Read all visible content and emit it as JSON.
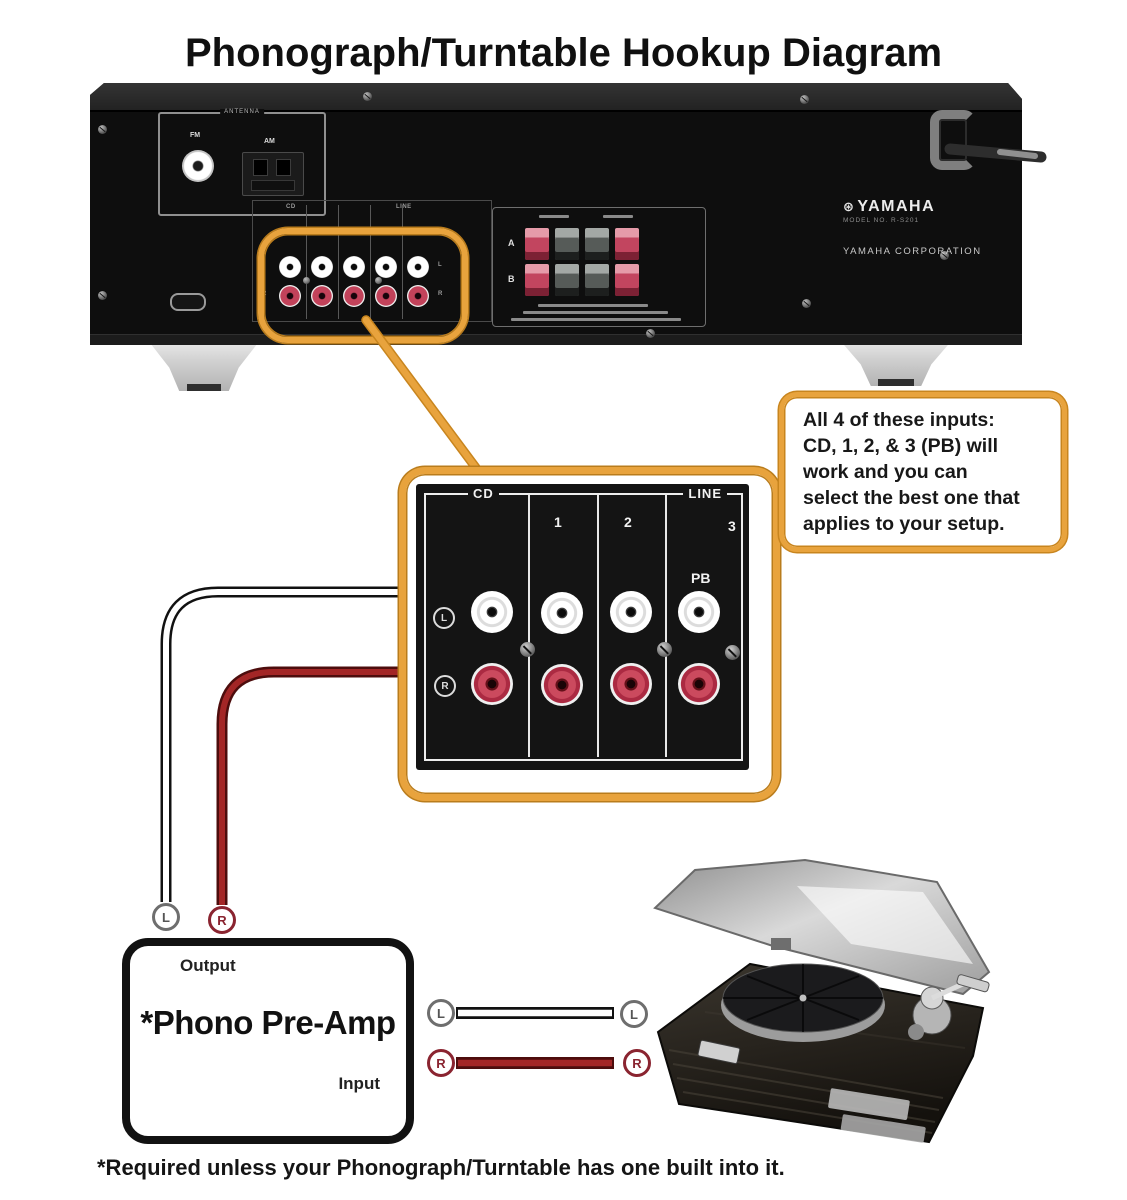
{
  "title": "Phonograph/Turntable Hookup Diagram",
  "footnote": "*Required unless your Phonograph/Turntable has one built into it.",
  "colors": {
    "accent_orange": "#E8A33D",
    "cable_red": "#A32626",
    "cable_white": "#FFFFFF",
    "jack_red": "#C84258",
    "panel_black": "#141414"
  },
  "channels": {
    "left": "L",
    "right": "R"
  },
  "amplifier": {
    "brand": "YAMAHA",
    "model": "MODEL NO. R-S201",
    "corporation": "YAMAHA CORPORATION",
    "antenna": {
      "label": "ANTENNA",
      "fm": "FM",
      "am": "AM"
    },
    "speakers": {
      "row_a": "A",
      "row_b": "B"
    }
  },
  "panel": {
    "cd_label": "CD",
    "line_label": "LINE",
    "num1": "1",
    "num2": "2",
    "num3": "3",
    "pb_label": "PB"
  },
  "annotation": {
    "line1": "All 4 of these inputs:",
    "line2": "CD, 1, 2, & 3 (PB) will",
    "line3": "work and you can",
    "line4": "select the best one that",
    "line5": "applies to your setup."
  },
  "preamp": {
    "output_label": "Output",
    "name": "*Phono Pre-Amp",
    "input_label": "Input"
  }
}
